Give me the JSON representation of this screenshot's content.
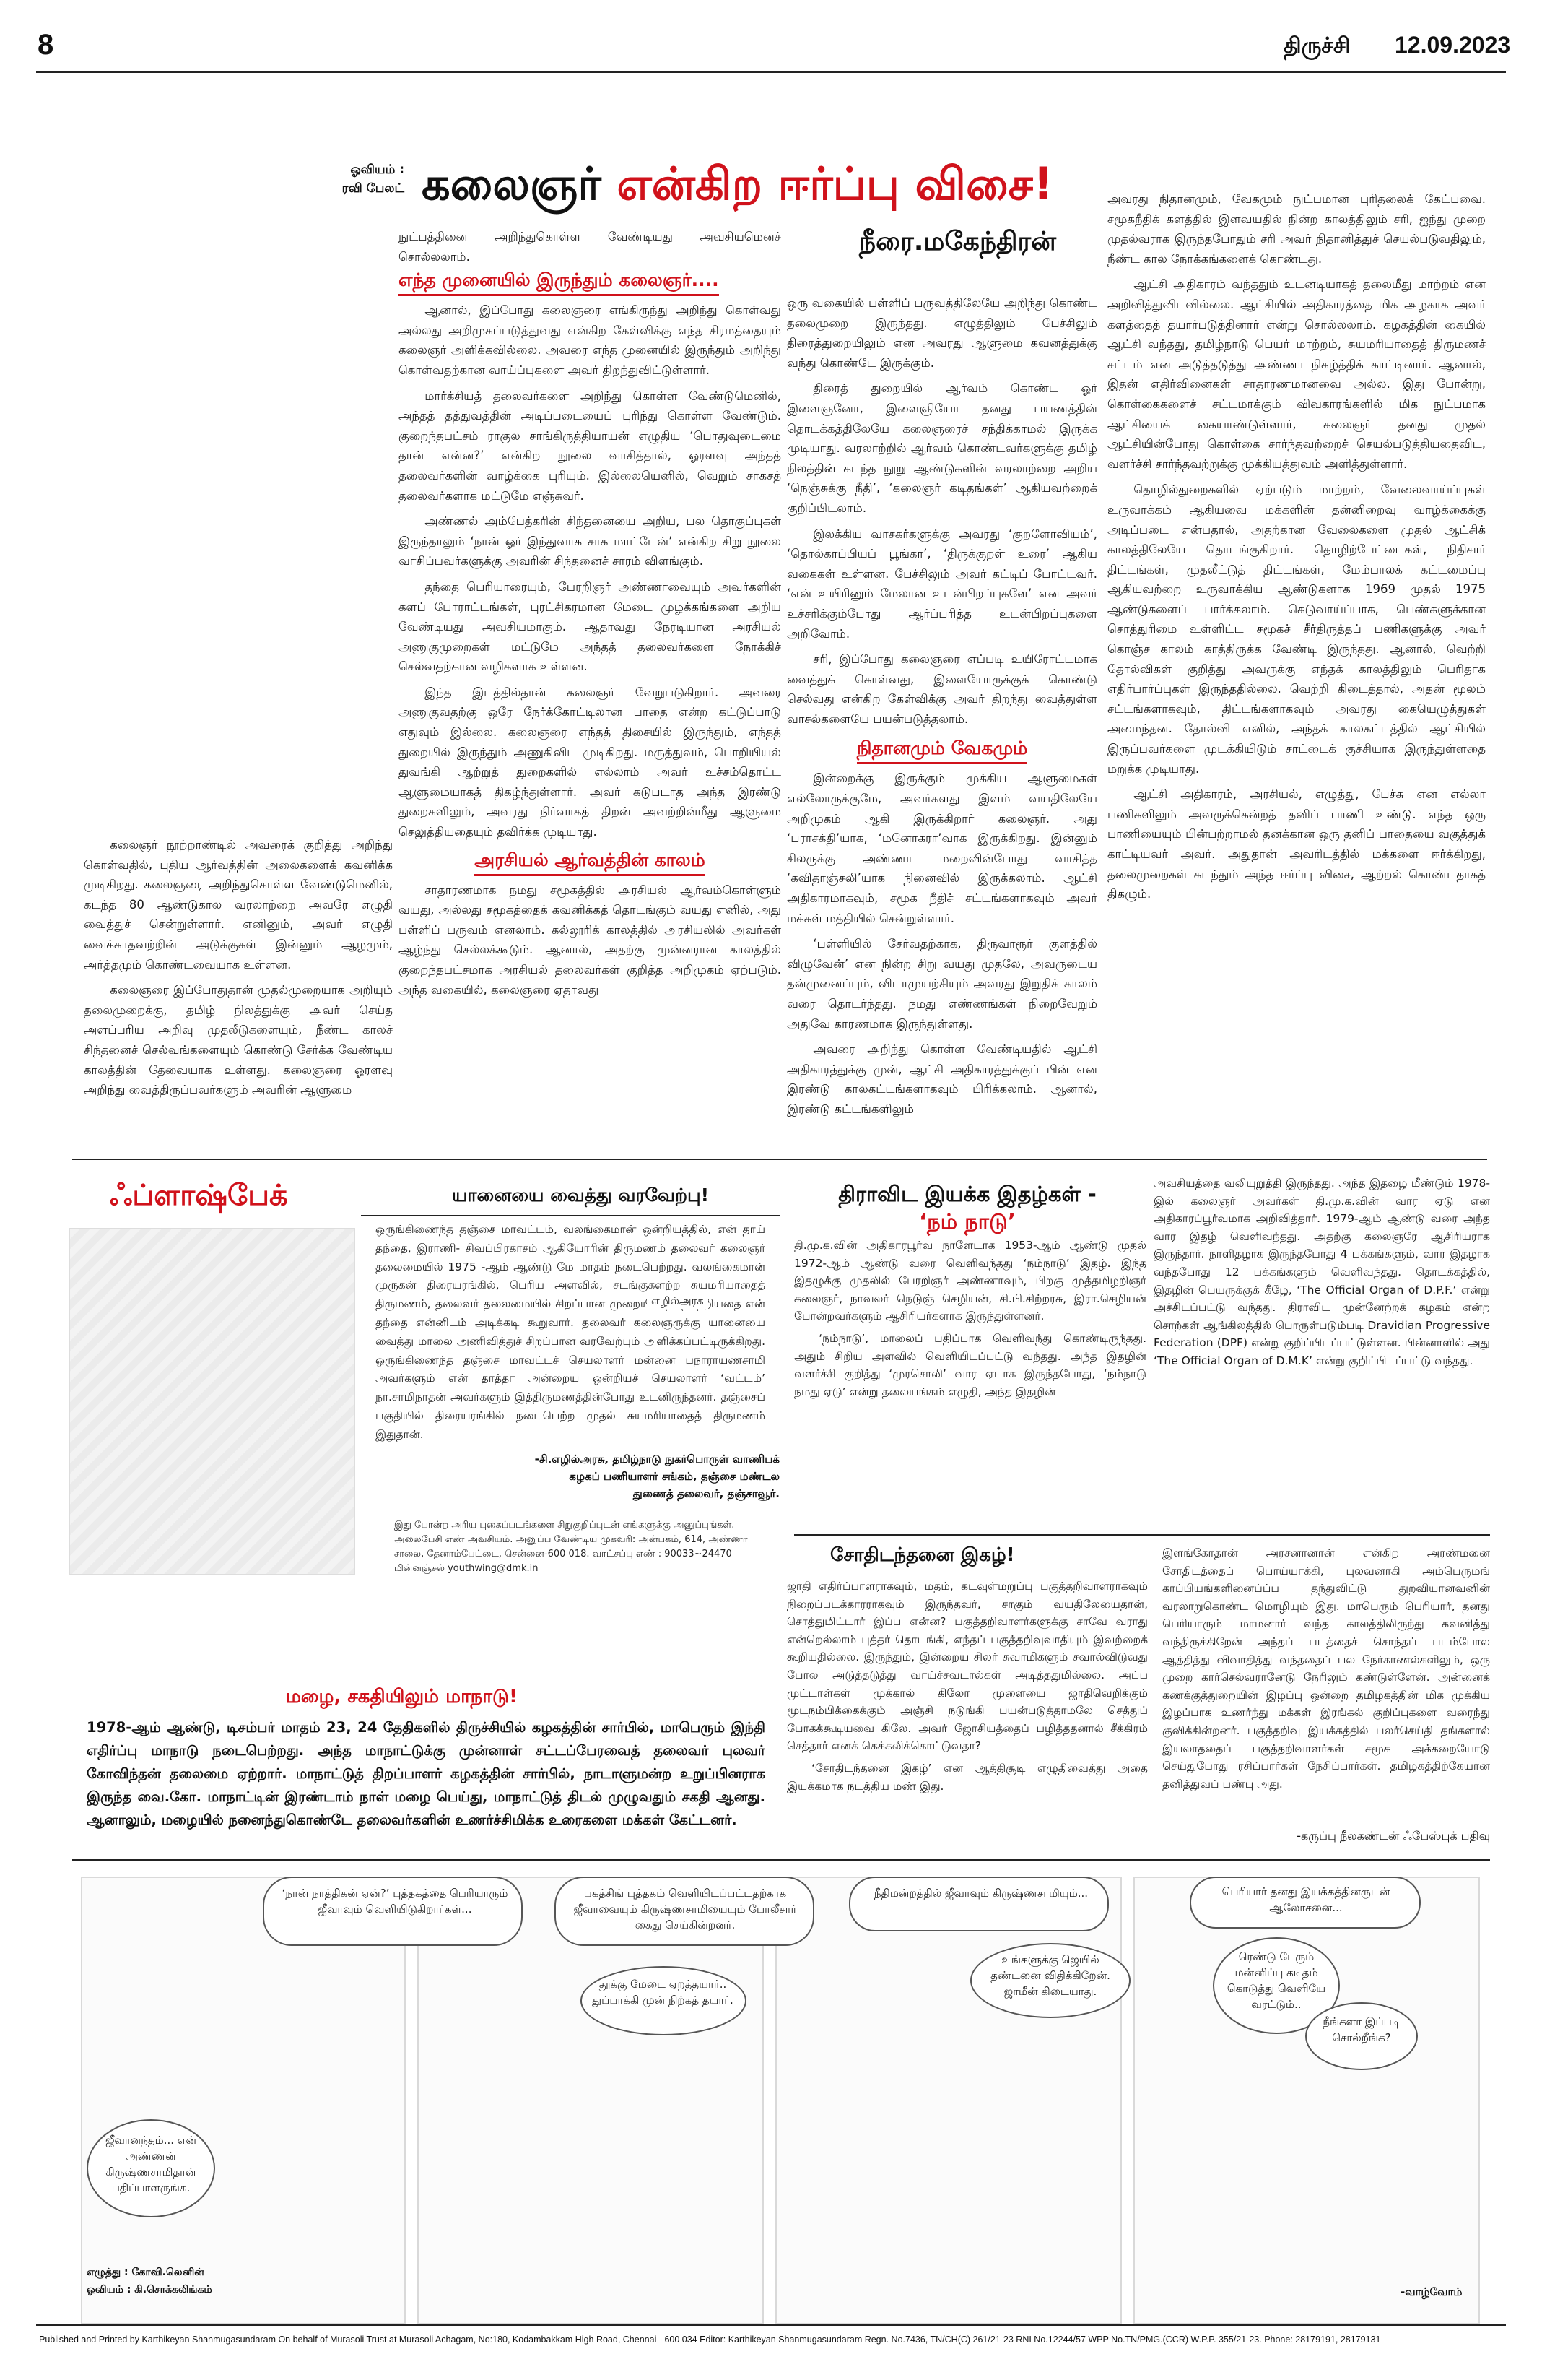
{
  "header": {
    "page_number": "8",
    "edition": "திருச்சி",
    "date": "12.09.2023"
  },
  "main_article": {
    "illustration_credit_line1": "ஓவியம் :",
    "illustration_credit_line2": "ரவி பேலட்",
    "title_black": "கலைஞர்",
    "title_red": "என்கிற ஈர்ப்பு விசை!",
    "author": "நீரை.மகேந்திரன்",
    "col_left": {
      "intro": "கலைஞர் நூற்றாண்டில் அவரைக் குறித்து அறிந்து கொள்வதில், புதிய ஆர்வத்தின் அலைகளைக் கவனிக்க முடிகிறது. கலைஞரை அறிந்துகொள்ள வேண்டுமெனில், கடந்த 80 ஆண்டுகால வரலாற்றை அவரே எழுதி வைத்துச் சென்றுள்ளார். எனினும், அவர் எழுதி வைக்காதவற்றின் அடுக்குகள் இன்னும் ஆழமும், அர்த்தமும் கொண்டவையாக உள்ளன.",
      "p2": "கலைஞரை இப்போதுதான் முதல்முறையாக அறியும் தலைமுறைக்கு, தமிழ் நிலத்துக்கு அவர் செய்த அளப்பரிய அறிவு முதலீடுகளையும், நீண்ட காலச் சிந்தனைச் செல்வங்களையும் கொண்டு சேர்க்க வேண்டிய காலத்தின் தேவையாக உள்ளது. கலைஞரை ஓரளவு அறிந்து வைத்திருப்பவர்களும் அவரின் ஆளுமை"
    },
    "col2": {
      "cont": "நுட்பத்தினை அறிந்துகொள்ள வேண்டியது அவசியமெனச் சொல்லலாம்.",
      "sub1": "எந்த முனையில் இருந்தும் கலைஞர்....",
      "p1": "ஆனால், இப்போது கலைஞரை எங்கிருந்து அறிந்து கொள்வது அல்லது அறிமுகப்படுத்துவது என்கிற கேள்விக்கு எந்த சிரமத்தையும் கலைஞர் அளிக்கவில்லை. அவரை எந்த முனையில் இருந்தும் அறிந்து கொள்வதற்கான வாய்ப்புகளை அவர் திறந்துவிட்டுள்ளார்.",
      "p2": "மார்க்சியத் தலைவர்களை அறிந்து கொள்ள வேண்டுமெனில், அந்தத் தத்துவத்தின் அடிப்படையைப் புரிந்து கொள்ள வேண்டும். குறைந்தபட்சம் ராகுல சாங்கிருத்தியாயன் எழுதிய ‘பொதுவுடைமை தான் என்ன?’ என்கிற நூலை வாசித்தால், ஓரளவு அந்தத் தலைவர்களின் வாழ்க்கை புரியும். இல்லையெனில், வெறும் சாகசத் தலைவர்களாக மட்டுமே எஞ்சுவர்.",
      "p3": "அண்ணல் அம்பேத்கரின் சிந்தனையை அறிய, பல தொகுப்புகள் இருந்தாலும் ‘நான் ஓர் இந்துவாக சாக மாட்டேன்’ என்கிற சிறு நூலை வாசிப்பவர்களுக்கு அவரின் சிந்தனைச் சாரம் விளங்கும்.",
      "p4": "தந்தை பெரியாரையும், பேரறிஞர் அண்ணாவையும் அவர்களின் களப் போராட்டங்கள், புரட்சிகரமான மேடை முழக்கங்களை அறிய வேண்டியது அவசியமாகும். ஆதாவது நேரடியான அரசியல் அணுகுமுறைகள் மட்டுமே அந்தத் தலைவர்களை நோக்கிச் செல்வதற்கான வழிகளாக உள்ளன.",
      "p5": "இந்த இடத்தில்தான் கலைஞர் வேறுபடுகிறார். அவரை அணுகுவதற்கு ஒரே நேர்க்கோட்டிலான பாதை என்ற கட்டுப்பாடு எதுவும் இல்லை. கலைஞரை எந்தத் திசையில் இருந்தும், எந்தத் துறையில் இருந்தும் அணுகிவிட முடிகிறது. மருத்துவம், பொறியியல் துவங்கி ஆற்றுத் துறைகளில் எல்லாம் அவர் உச்சம்தொட்ட ஆளுமையாகத் திகழ்ந்துள்ளார். அவர் கடுபடாத அந்த இரண்டு துறைகளிலும், அவரது நிர்வாகத் திறன் அவற்றின்மீது ஆளுமை செலுத்தியதையும் தவிர்க்க முடியாது.",
      "sub2": "அரசியல் ஆர்வத்தின் காலம்",
      "p6": "சாதாரணமாக நமது சமூகத்தில் அரசியல் ஆர்வம்கொள்ளும் வயது, அல்லது சமூகத்தைக் கவனிக்கத் தொடங்கும் வயது எனில், அது பள்ளிப் பருவம் எனலாம். கல்லூரிக் காலத்தில் அரசியலில் அவர்கள் ஆழ்ந்து செல்லக்கூடும். ஆனால், அதற்கு முன்னரான காலத்தில் குறைந்தபட்சமாக அரசியல் தலைவர்கள் குறித்த அறிமுகம் ஏற்படும். அந்த வகையில், கலைஞரை ஏதாவது"
    },
    "col3": {
      "p1": "ஒரு வகையில் பள்ளிப் பருவத்திலேயே அறிந்து கொண்ட தலைமுறை இருந்தது. எழுத்திலும் பேச்சிலும் திரைத்துறையிலும் என அவரது ஆளுமை கவனத்துக்கு வந்து கொண்டே இருக்கும்.",
      "p2": "திரைத் துறையில் ஆர்வம் கொண்ட ஓர் இளைஞனோ, இளைஞியோ தனது பயணத்தின் தொடக்கத்திலேயே கலைஞரைச் சந்திக்காமல் இருக்க முடியாது. வரலாற்றில் ஆர்வம் கொண்டவர்களுக்கு தமிழ் நிலத்தின் கடந்த நூறு ஆண்டுகளின் வரலாற்றை அறிய ‘நெஞ்சுக்கு நீதி’, ‘கலைஞர் கடிதங்கள்’ ஆகியவற்றைக் குறிப்பிடலாம்.",
      "p3": "இலக்கிய வாசகர்களுக்கு அவரது ‘குறளோவியம்’, ‘தொல்காப்பியப் பூங்கா’, ‘திருக்குறள் உரை’ ஆகிய வகைகள் உள்ளன. பேச்சிலும் அவர் கட்டிப் போட்டவர். ‘என் உயிரினும் மேலான உடன்பிறப்புகளே’ என அவர் உச்சரிக்கும்போது ஆர்ப்பரித்த உடன்பிறப்புகளை அறிவோம்.",
      "p4": "சரி, இப்போது கலைஞரை எப்படி உயிரோட்டமாக வைத்துக் கொள்வது, இளையோருக்குக் கொண்டு செல்வது என்கிற கேள்விக்கு அவர் திறந்து வைத்துள்ள வாசல்களையே பயன்படுத்தலாம்.",
      "sub3": "நிதானமும் வேகமும்",
      "p5": "இன்றைக்கு இருக்கும் முக்கிய ஆளுமைகள் எல்லோருக்குமே, அவர்களது இளம் வயதிலேயே அறிமுகம் ஆகி இருக்கிறார் கலைஞர். அது ‘பராசக்தி’யாக, ‘மனோகரா’வாக இருக்கிறது. இன்னும் சிலருக்கு அண்ணா மறைவின்போது வாசித்த ‘கவிதாஞ்சலி’யாக நினைவில் இருக்கலாம். ஆட்சி அதிகாரமாகவும், சமூக நீதிச் சட்டங்களாகவும் அவர் மக்கள் மத்தியில் சென்றுள்ளார்.",
      "p6": "‘பள்ளியில் சேர்வதற்காக, திருவாரூர் குளத்தில் விழுவேன்’ என நின்ற சிறு வயது முதலே, அவருடைய தன்முனைப்பும், விடாமுயற்சியும் அவரது இறுதிக் காலம் வரை தொடர்ந்தது. நமது எண்ணங்கள் நிறைவேறும் அதுவே காரணமாக இருந்துள்ளது.",
      "p7": "அவரை அறிந்து கொள்ள வேண்டியதில் ஆட்சி அதிகாரத்துக்கு முன், ஆட்சி அதிகாரத்துக்குப் பின் என இரண்டு காலகட்டங்களாகவும் பிரிக்கலாம். ஆனால், இரண்டு கட்டங்களிலும்"
    },
    "col4": {
      "p1": "அவரது நிதானமும், வேகமும் நுட்பமான புரிதலைக் கேட்பவை. சமூகநீதிக் களத்தில் இளவயதில் நின்ற காலத்திலும் சரி, ஐந்து முறை முதல்வராக இருந்தபோதும் சரி அவர் நிதானித்துச் செயல்படுவதிலும், நீண்ட கால நோக்கங்களைக் கொண்டது.",
      "p2": "ஆட்சி அதிகாரம் வந்ததும் உடனடியாகத் தலைமீது மாற்றம் என அறிவித்துவிடவில்லை. ஆட்சியில் அதிகாரத்தை மிக அழகாக அவர் களத்தைத் தயார்படுத்தினார் என்று சொல்லலாம். கழகத்தின் கையில் ஆட்சி வந்தது, தமிழ்நாடு பெயர் மாற்றம், சுயமரியாதைத் திருமணச் சட்டம் என அடுத்தடுத்து அண்ணா நிகழ்த்திக் காட்டினார். ஆனால், இதன் எதிர்வினைகள் சாதாரணமானவை அல்ல. இது போன்று, கொள்கைகளைச் சட்டமாக்கும் விவகாரங்களில் மிக நுட்பமாக ஆட்சியைக் கையாண்டுள்ளார், கலைஞர் தனது முதல் ஆட்சியின்போது கொள்கை சார்ந்தவற்றைச் செயல்படுத்தியதைவிட, வளர்ச்சி சார்ந்தவற்றுக்கு முக்கியத்துவம் அளித்துள்ளார்.",
      "p3": "தொழில்துறைகளில் ஏற்படும் மாற்றம், வேலைவாய்ப்புகள் உருவாக்கம் ஆகியவை மக்களின் தன்னிறைவு வாழ்க்கைக்கு அடிப்படை என்பதால், அதற்கான வேலைகளை முதல் ஆட்சிக் காலத்திலேயே தொடங்குகிறார். தொழிற்பேட்டைகள், நிதிசார் திட்டங்கள், முதலீட்டுத் திட்டங்கள், மேம்பாலக் கட்டமைப்பு ஆகியவற்றை உருவாக்கிய ஆண்டுகளாக 1969 முதல் 1975 ஆண்டுகளைப் பார்க்கலாம். கெடுவாய்ப்பாக, பெண்களுக்கான சொத்துரிமை உள்ளிட்ட சமூகச் சீர்திருத்தப் பணிகளுக்கு அவர் கொஞ்ச காலம் காத்திருக்க வேண்டி இருந்தது. ஆனால், வெற்றி தோல்விகள் குறித்து அவருக்கு எந்தக் காலத்திலும் பெரிதாக எதிர்பார்ப்புகள் இருந்ததில்லை. வெற்றி கிடைத்தால், அதன் மூலம் சட்டங்களாகவும், திட்டங்களாகவும் அவரது கையெழுத்துகள் அமைந்தன. தோல்வி எனில், அந்தக் காலகட்டத்தில் ஆட்சியில் இருப்பவர்களை முடக்கியிடும் சாட்டைக் குச்சியாக இருந்துள்ளதை மறுக்க முடியாது.",
      "p4": "ஆட்சி அதிகாரம், அரசியல், எழுத்து, பேச்சு என எல்லா பணிகளிலும் அவருக்கென்றத் தனிப் பாணி உண்டு. எந்த ஒரு பாணியையும் பின்பற்றாமல் தனக்கான ஒரு தனிப் பாதையை வகுத்துக் காட்டியவர் அவர். அதுதான் அவரிடத்தில் மக்களை ஈர்க்கிறது, தலைமுறைகள் கடந்தும் அந்த ஈர்ப்பு விசை, ஆற்றல் கொண்டதாகத் திகழும்."
    }
  },
  "flashback": {
    "brand": "ஃப்ளாஷ்பேக்",
    "title": "யானையை வைத்து வரவேற்பு!",
    "author": "எழில்அரசு",
    "body": "ஒருங்கிணைந்த தஞ்சை மாவட்டம், வலங்கைமான் ஒன்றியத்தில், என் தாய் தந்தை, இராணி- சிவப்பிரகாசம் ஆகியோரின் திருமணம் தலைவர் கலைஞர் தலைமையில் 1975 -ஆம் ஆண்டு மே மாதம் நடைபெற்றது. வலங்கைமான் முருகன் திரையரங்கில், பெரிய அளவில், சடங்குகளற்ற சுயமரியாதைத் திருமணம், தலைவர் தலைமையில் சிறப்பான முறையில் நடந்தேறியதை என் தந்தை என்னிடம் அடிக்கடி கூறுவார். தலைவர் கலைஞருக்கு யானையை வைத்து மாலை அணிவித்துச் சிறப்பான வரவேற்பும் அளிக்கப்பட்டிருக்கிறது. ஒருங்கிணைந்த தஞ்சை மாவட்டச் செயலாளர் மன்னை பநாராயணசாமி அவர்களும் என் தாத்தா அன்றைய ஒன்றியச் செயலாளர் ‘வட்டம்’ நா.சாமிநாதன் அவர்களும் இத்திருமணத்தின்போது உடனிருந்தனர். தஞ்சைப் பகுதியில் திரையரங்கில் நடைபெற்ற முதல் சுயமரியாதைத் திருமணம் இதுதான்.",
    "sign_line1": "-சி.எழில்அரசு, தமிழ்நாடு நுகர்பொருள் வாணிபக்",
    "sign_line2": "கழகப் பணியாளர் சங்கம், தஞ்சை மண்டல",
    "sign_line3": "துணைத் தலைவர், தஞ்சாவூர்.",
    "note": "இது போன்ற அரிய புகைப்படங்களை சிறுகுறிப்புடன் எங்களுக்கு அனுப்புங்கள். அலைபேசி எண் அவசியம். அனுப்ப வேண்டிய முகவரி: அன்பகம், 614, அண்ணா சாலை, தேனாம்பேட்டை, சென்னை-600 018. வாட்சப்பு எண் : 90033~24470 மின்னஞ்சல் youthwing@dmk.in"
  },
  "dravida": {
    "title_line1": "திராவிட இயக்க இதழ்கள் -",
    "title_line2": "‘நம் நாடு’",
    "body_left": "தி.மு.க.வின் அதிகாரபூர்வ நாளேடாக 1953-ஆம் ஆண்டு முதல் 1972-ஆம் ஆண்டு வரை வெளிவந்தது ‘நம்நாடு’ இதழ். இந்த இதழுக்கு முதலில் பேரறிஞர் அண்ணாவும், பிறகு முத்தமிழறிஞர் கலைஞர், நாவலர் நெடுஞ் செழியன், சி.பி.சிற்றரசு, இரா.செழியன் போன்றவர்களும் ஆசிரியர்களாக இருந்துள்ளனர்.",
    "body_left2": "‘நம்நாடு’, மாலைப் பதிப்பாக வெளிவந்து கொண்டிருந்தது. அதும் சிறிய அளவில் வெளியிடப்பட்டு வந்தது. அந்த இதழின் வளர்ச்சி குறித்து ‘முரசொலி’ வார ஏடாக இருந்தபோது, ‘நம்நாடு நமது ஏடு’ என்று தலையங்கம் எழுதி, அந்த இதழின்",
    "body_right": "அவசியத்தை வலியுறுத்தி இருந்தது. அந்த இதழை மீண்டும் 1978-இல் கலைஞர் அவர்கள் தி.மு.க.வின் வார ஏடு என அதிகாரப்பூர்வமாக அறிவித்தார். 1979-ஆம் ஆண்டு வரை அந்த வார இதழ் வெளிவந்தது. அதற்கு கலைஞரே ஆசிரியராக இருந்தார். நாளிதழாக இருந்தபோது 4 பக்கங்களும், வார இதழாக வந்தபோது 12 பக்கங்களும் வெளிவந்தது. தொடக்கத்தில், இதழின் பெயருக்குக் கீழே, ‘The Official Organ of D.P.F.’ என்று அச்சிடப்பட்டு வந்தது. திராவிட முன்னேற்றக் கழகம் என்ற சொற்கள் ஆங்கிலத்தில் பொருள்படும்படி Dravidian Progressive Federation (DPF) என்று குறிப்பிடப்பட்டுள்ளன. பின்னாளில் அது ‘The Official Organ of D.M.K’ என்று குறிப்பிடப்பட்டு வந்தது."
  },
  "rain": {
    "title": "மழை, சகதியிலும் மாநாடு!",
    "body": "1978-ஆம் ஆண்டு, டிசம்பர் மாதம் 23, 24 தேதிகளில் திருச்சியில் கழகத்தின் சார்பில், மாபெரும் இந்தி எதிர்ப்பு மாநாடு நடைபெற்றது. அந்த மாநாட்டுக்கு முன்னாள் சட்டப்பேரவைத் தலைவர் புலவர் கோவிந்தன் தலைமை ஏற்றார். மாநாட்டுத் திறப்பாளர் கழகத்தின் சார்பில், நாடாளுமன்ற உறுப்பினராக இருந்த வை.கோ. மாநாட்டின் இரண்டாம் நாள் மழை பெய்து, மாநாட்டுத் திடல் முழுவதும் சகதி ஆனது. ஆனாலும், மழையில் நனைந்துகொண்டே தலைவர்களின் உணர்ச்சிமிக்க உரைகளை மக்கள் கேட்டனர்."
  },
  "sothida": {
    "title": "சோதிடந்தனை இகழ்!",
    "body_left": "ஜாதி எதிர்ப்பாளராகவும், மதம், கடவுள்மறுப்பு பகுத்தறிவாளராகவும் நிறைப்படக்காரராகவும் இருந்தவர், சாகும் வயதிலேயைதான், சொத்துமிட்டார் இப்ப என்ன? பகுத்தறிவாளர்களுக்கு சாவே வராது என்றெல்லாம் புத்தர் தொடங்கி, எந்தப் பகுத்தறிவுவாதியும் இவற்றைக் கூறியதில்லை. இருந்தும், இன்றைய சிலர் சுவாமிகளும் சவால்விடுவது போல அடுத்தடுத்து வாய்ச்சவடால்கள் அடித்ததுமில்லை. அப்ப முட்டாள்கள் முக்கால் கிலோ முளையை ஜாதிவெறிக்கும் மூடநம்பிக்கைக்கும் அஞ்சி நடுங்கி பயன்படுத்தாமலே செத்துப் போகக்கூடியவை கிலே. அவர் ஜோசியத்தைப் பழித்ததனால் சீக்கிரம் செத்தார் எனக் கெக்கலிக்கொட்டுவதா?",
    "body_left2": "‘சோதிடந்தனை இகழ்’ என ஆத்திசூடி எழுதிவைத்து அதை இயக்கமாக நடத்திய மண் இது.",
    "body_right": "இளங்கோதான் அரசனானான் என்கிற அரண்மனை சோதிடத்தைப் பொய்யாக்கி, புலவனாகி அம்பெருமங் காப்பியங்களினைப்ப்ப தந்துவிட்டு துறவியானவனின் வரலாறுகொண்ட மொழியும் இது. மாபெரும் பெரியார், தனது பெரியாரும் மாமனார் வந்த காலத்திலிருந்து கவனித்து வந்திருக்கிறேன் அந்தப் படத்தைச் சொந்தப் படம்போல ஆத்தித்து விவாதித்து வந்ததைப் பல நேர்காணல்களிலும், ஒரு முறை கார்செல்வரானேடு நேரிலும் கண்டுள்ளேன். அன்னைக் கணக்குத்துறையின் இழப்பு ஒன்றை தமிழகத்தின் மிக முக்கிய இழப்பாக உணர்ந்து மக்கள் இரங்கல் குறிப்புகளை வரைந்து குவிக்கின்றனர். பகுத்தறிவு இயக்கத்தில் பலர்செய்தி தங்களால் இயலாததைப் பகுத்தறிவாளர்கள் சமூக அக்கறையோடு செய்துபோது ரசிப்பார்கள் நேசிப்பார்கள். தமிழகத்திற்கேயான தனித்துவப் பண்பு அது.",
    "credit": "-கருப்பு நீலகண்டன் ஃபேஸ்புக் பதிவு"
  },
  "cartoon": {
    "b1": "‘நான் நாத்திகன் ஏன்?’ புத்தகத்தை பெரியாரும் ஜீவாவும் வெளியிடுகிறார்கள்...",
    "b2": "பகத்சிங் புத்தகம் வெளியிடப்பட்டதற்காக ஜீவாவையும் கிருஷ்ணசாமியையும் போலீசார் கைது செய்கின்றனர்.",
    "b3": "தூக்கு மேடை ஏறத்தயார்.. துப்பாக்கி முன் நிற்கத் தயார்.",
    "b4": "நீதிமன்றத்தில் ஜீவாவும் கிருஷ்ணசாமியும்...",
    "b5": "உங்களுக்கு ஜெயில் தண்டனை விதிக்கிறேன். ஜாமீன் கிடையாது.",
    "b6": "பெரியார் தனது இயக்கத்தினருடன் ஆலோசனை...",
    "b7": "ரெண்டு பேரும் மன்னிப்பு கடிதம் கொடுத்து வெளியே வரட்டும்..",
    "b8": "நீங்களா இப்படி சொல்றீங்க?",
    "b9": "ஜீவானந்தம்... என் அண்ணன் கிருஷ்ணசாமிதான் பதிப்பாளருங்க.",
    "credit1": "எழுத்து : கோவி.லெனின்",
    "credit2": "ஓவியம் : கி.சொக்கலிங்கம்",
    "cont": "-வாழ்வோம்"
  },
  "footer": {
    "imprint": "Published and Printed by Karthikeyan Shanmugasundaram On behalf of Murasoli Trust at Murasoli Achagam, No:180, Kodambakkam High Road, Chennai - 600 034 Editor: Karthikeyan Shanmugasundaram Regn. No.7436, TN/CH(C) 261/21-23 RNI No.12244/57 WPP No.TN/PMG.(CCR) W.P.P. 355/21-23. Phone: 28179191, 28179131"
  },
  "colors": {
    "accent_red": "#d0121b",
    "ink": "#111111",
    "rule": "#222222"
  }
}
